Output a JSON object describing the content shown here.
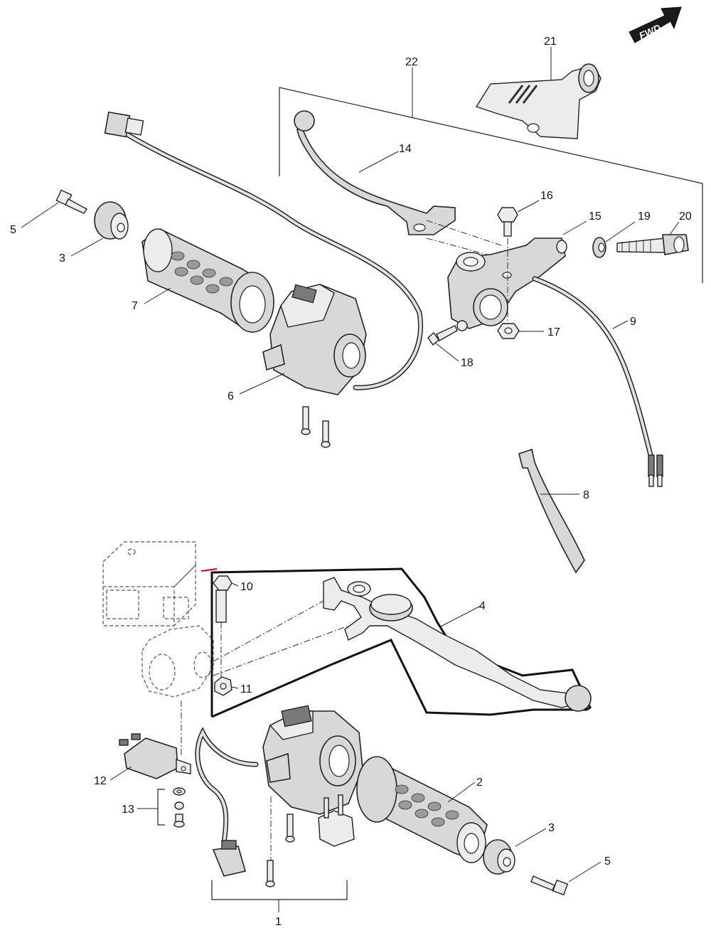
{
  "diagram": {
    "orientation_badge": "FWD",
    "callouts": {
      "c1": "1",
      "c2": "2",
      "c3_top": "3",
      "c3_bottom": "3",
      "c4": "4",
      "c5_top": "5",
      "c5_bottom": "5",
      "c6": "6",
      "c7": "7",
      "c8": "8",
      "c9": "9",
      "c10": "10",
      "c11": "11",
      "c12": "12",
      "c13": "13",
      "c14": "14",
      "c15": "15",
      "c16": "16",
      "c17": "17",
      "c18": "18",
      "c19": "19",
      "c20": "20",
      "c21": "21",
      "c22": "22"
    }
  }
}
